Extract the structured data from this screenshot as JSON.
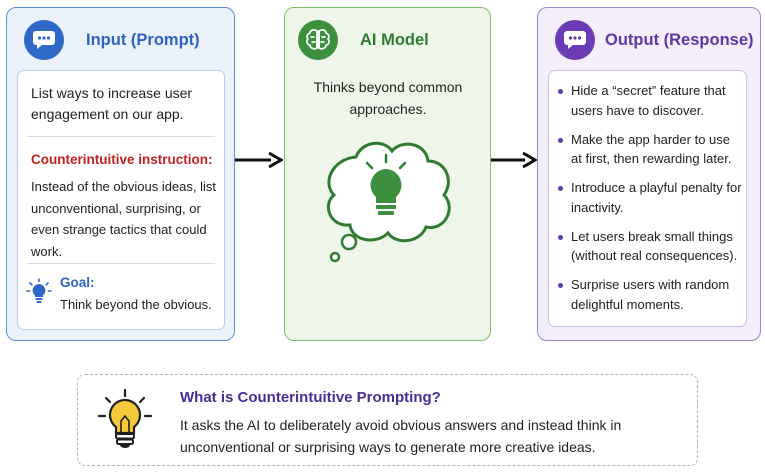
{
  "input": {
    "title": "Input (Prompt)",
    "icon": "chat-bubble-icon",
    "prompt": "List ways to increase user engagement on our app.",
    "instruction_label": "Counterintuitive instruction:",
    "instruction_text": "Instead of the obvious ideas, list unconventional, surprising, or even strange tactics that could work.",
    "goal_label": "Goal:",
    "goal_text": "Think beyond the obvious."
  },
  "model": {
    "title": "AI Model",
    "icon": "brain-icon",
    "description": "Thinks beyond common approaches."
  },
  "output": {
    "title": "Output (Response)",
    "icon": "chat-bubble-icon",
    "items": [
      "Hide a “secret” feature that users have to discover.",
      "Make the app harder to use at first, then rewarding later.",
      "Introduce a playful penalty for inactivity.",
      "Let users break small things (without real consequences).",
      "Surprise users with random delightful moments."
    ]
  },
  "info": {
    "title": "What is Counterintuitive Prompting?",
    "text": "It asks the AI to deliberately avoid obvious answers and instead think in unconventional or surprising ways to generate more creative ideas."
  },
  "colors": {
    "blue": "#3068c8",
    "green": "#3b8f3d",
    "purple": "#6a3bb4",
    "red": "#c62020",
    "bulb_yellow": "#f6c93a"
  }
}
